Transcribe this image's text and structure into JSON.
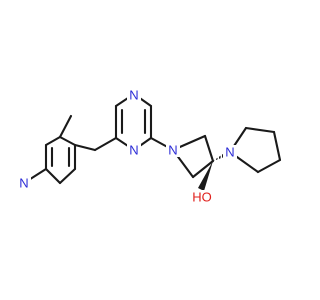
{
  "molecule": {
    "atom_labels": {
      "n_pyridine": "N",
      "n_pyrimidine_top": "N",
      "n_pyrimidine_bottom": "N",
      "n_pyrrolidine_core": "N",
      "n_pyrrolidine_ring": "N",
      "hydroxyl": "HO"
    },
    "colors": {
      "bond": "#1a1a1a",
      "nitrogen": "#2c2cd6",
      "oxygen": "#e0201c",
      "hydrogen": "#1a1a1a"
    }
  }
}
